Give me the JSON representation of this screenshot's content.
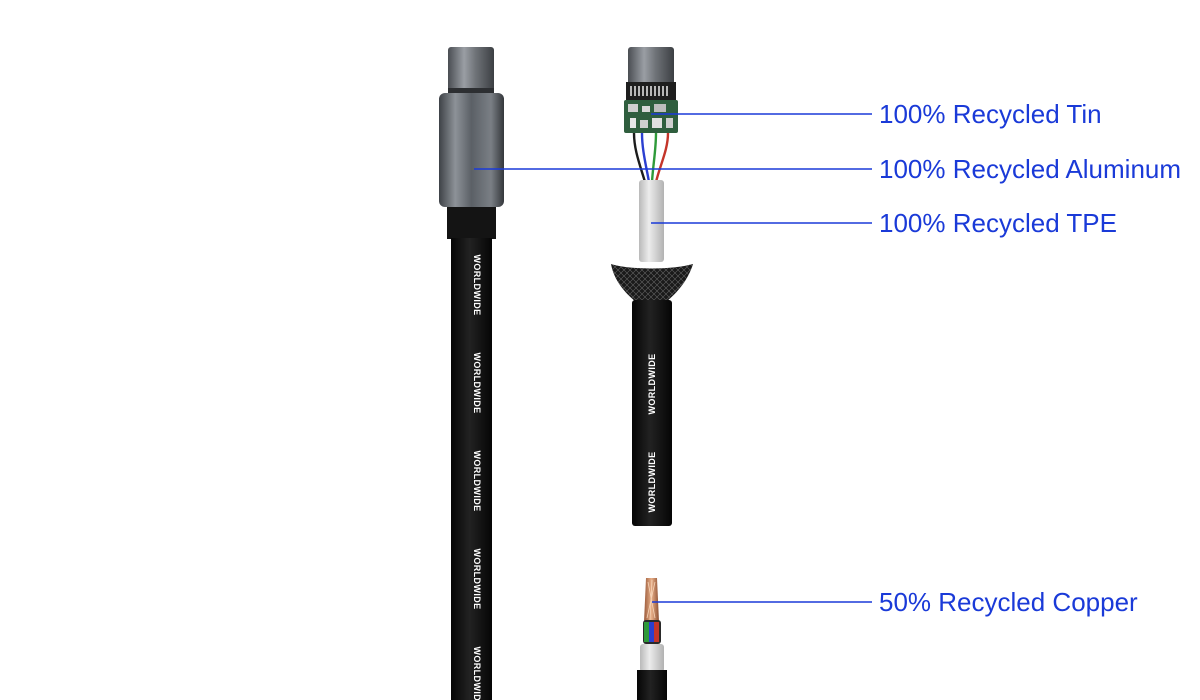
{
  "callouts": {
    "tin": "100% Recycled Tin",
    "aluminum": "100% Recycled Aluminum",
    "tpe": "100% Recycled TPE",
    "copper": "50% Recycled Copper"
  },
  "cable_print": "WORLDWIDE",
  "colors": {
    "callout": "#1a3ad8",
    "jacket": "#111111",
    "housing": "#5a5f66",
    "tpe_core": "#d8d8d8"
  }
}
